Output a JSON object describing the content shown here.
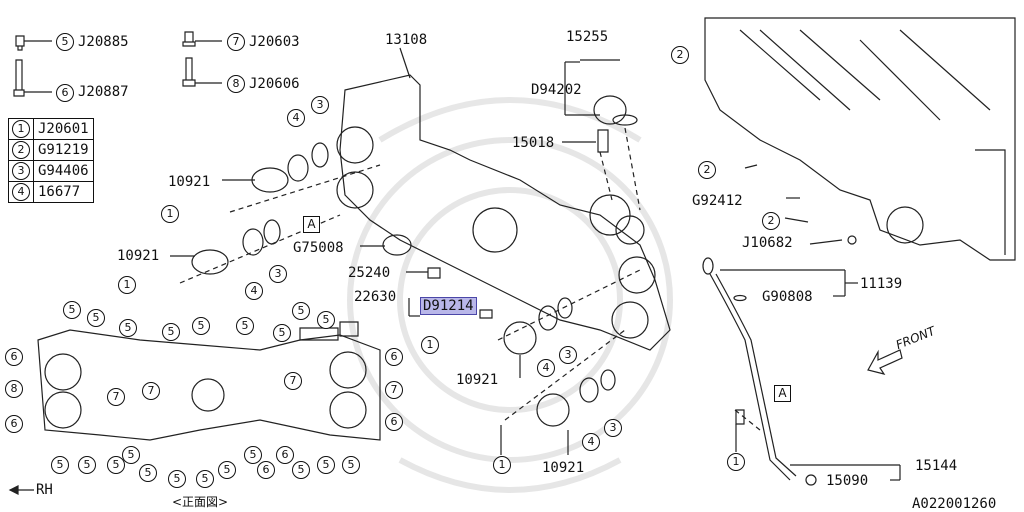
{
  "bolts": [
    {
      "num": "5",
      "code": "J20885"
    },
    {
      "num": "6",
      "code": "J20887"
    },
    {
      "num": "7",
      "code": "J20603"
    },
    {
      "num": "8",
      "code": "J20606"
    }
  ],
  "legend": [
    {
      "num": "1",
      "code": "J20601"
    },
    {
      "num": "2",
      "code": "G91219"
    },
    {
      "num": "3",
      "code": "G94406"
    },
    {
      "num": "4",
      "code": "16677"
    }
  ],
  "parts": {
    "p13108": "13108",
    "p15255": "15255",
    "pD94202": "D94202",
    "p15018": "15018",
    "p10921_a": "10921",
    "p10921_b": "10921",
    "p10921_c": "10921",
    "p10921_d": "10921",
    "pG75008": "G75008",
    "p25240": "25240",
    "p22630": "22630",
    "pD91214": "D91214",
    "pG92412": "G92412",
    "pJ10682": "J10682",
    "p11139": "11139",
    "pG90808": "G90808",
    "p15090": "15090",
    "p15144": "15144"
  },
  "callouts": {
    "one": "1",
    "two": "2",
    "three": "3",
    "four": "4",
    "five": "5",
    "six": "6",
    "seven": "7",
    "eight": "8"
  },
  "ref_box": "A",
  "front_label": "FRONT",
  "rh_label": "RH",
  "front_view_label": "<正面図>",
  "figure_id": "A022001260",
  "highlight_color": "#b9b7e9"
}
